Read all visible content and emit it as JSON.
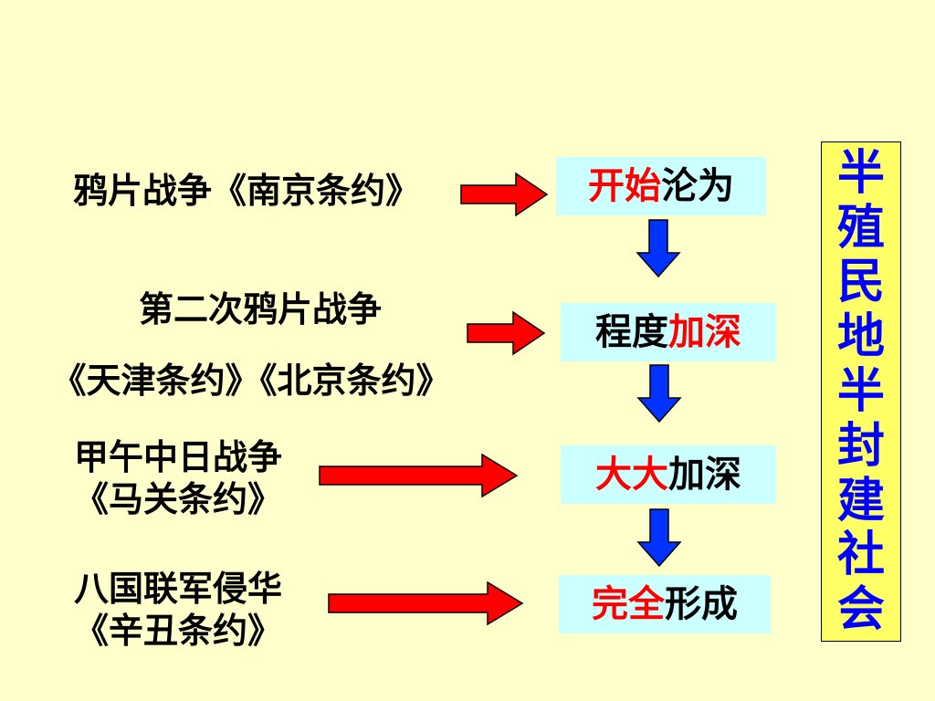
{
  "events": [
    {
      "lines": [
        "鸦片战争《南京条约》"
      ]
    },
    {
      "lines": [
        "第二次鸦片战争",
        "《天津条约》《北京条约》"
      ]
    },
    {
      "lines": [
        "甲午中日战争",
        "《马关条约》"
      ]
    },
    {
      "lines": [
        "八国联军侵华",
        "《辛丑条约》"
      ]
    }
  ],
  "stages": [
    {
      "highlight": "开始",
      "rest": "沦为"
    },
    {
      "rest": "程度",
      "highlight": "加深"
    },
    {
      "highlight": "大大",
      "rest": "加深"
    },
    {
      "highlight": "完全",
      "rest": "形成"
    }
  ],
  "conclusion": "半殖民地半封建社会",
  "colors": {
    "background": "#ffffcc",
    "box": "#ccffff",
    "highlight": "#ff0000",
    "conclusion_text": "#0000ff",
    "conclusion_bg": "#ffff66",
    "red_arrow": "#ff0000",
    "blue_arrow": "#0033ff"
  }
}
